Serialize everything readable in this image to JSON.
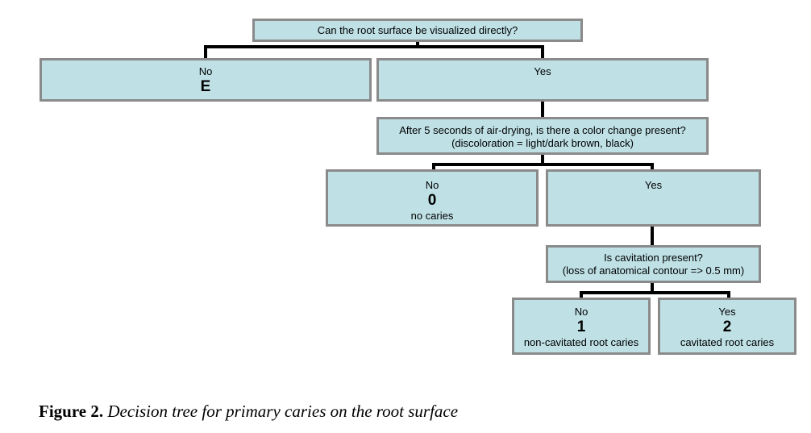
{
  "diagram": {
    "q1": {
      "text": "Can the root surface be visualized directly?"
    },
    "q1_no": {
      "label": "No",
      "code": "E"
    },
    "q1_yes": {
      "label": "Yes"
    },
    "q2": {
      "line1": "After 5 seconds of air-drying, is there a color change present?",
      "line2": "(discoloration = light/dark brown, black)"
    },
    "q2_no": {
      "label": "No",
      "code": "0",
      "desc": "no caries"
    },
    "q2_yes": {
      "label": "Yes"
    },
    "q3": {
      "line1": "Is cavitation present?",
      "line2": "(loss of anatomical contour => 0.5 mm)"
    },
    "q3_no": {
      "label": "No",
      "code": "1",
      "desc": "non-cavitated root caries"
    },
    "q3_yes": {
      "label": "Yes",
      "code": "2",
      "desc": "cavitated root caries"
    }
  },
  "caption": {
    "label": "Figure 2.",
    "text": "Decision tree for primary caries on the root surface"
  },
  "colors": {
    "box_fill": "#bfe1e6",
    "box_border": "#8a8a8a",
    "connector": "#000000"
  }
}
